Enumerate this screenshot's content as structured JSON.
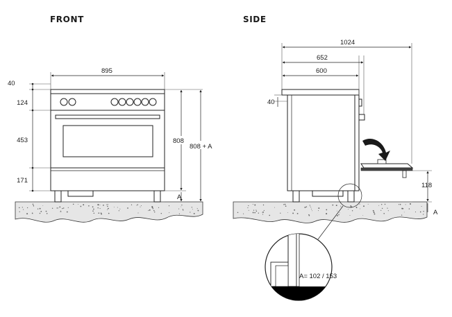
{
  "views": {
    "front_title": "FRONT",
    "side_title": "SIDE"
  },
  "front": {
    "width": "895",
    "top_offset": "40",
    "control_panel": "124",
    "oven_door": "453",
    "drawer": "171",
    "height": "808",
    "height_with_feet": "808 + A",
    "feet_label": "A",
    "knobs": 8
  },
  "side": {
    "overall_depth": "1024",
    "depth_with_handle": "652",
    "body_depth": "600",
    "top_offset": "40",
    "door_height": "118",
    "feet_label": "A"
  },
  "detail": {
    "feet_range": "A= 102 / 153"
  },
  "colors": {
    "line": "#222222",
    "floor_fill": "#e6e6e6",
    "detail_fill": "#000000"
  }
}
